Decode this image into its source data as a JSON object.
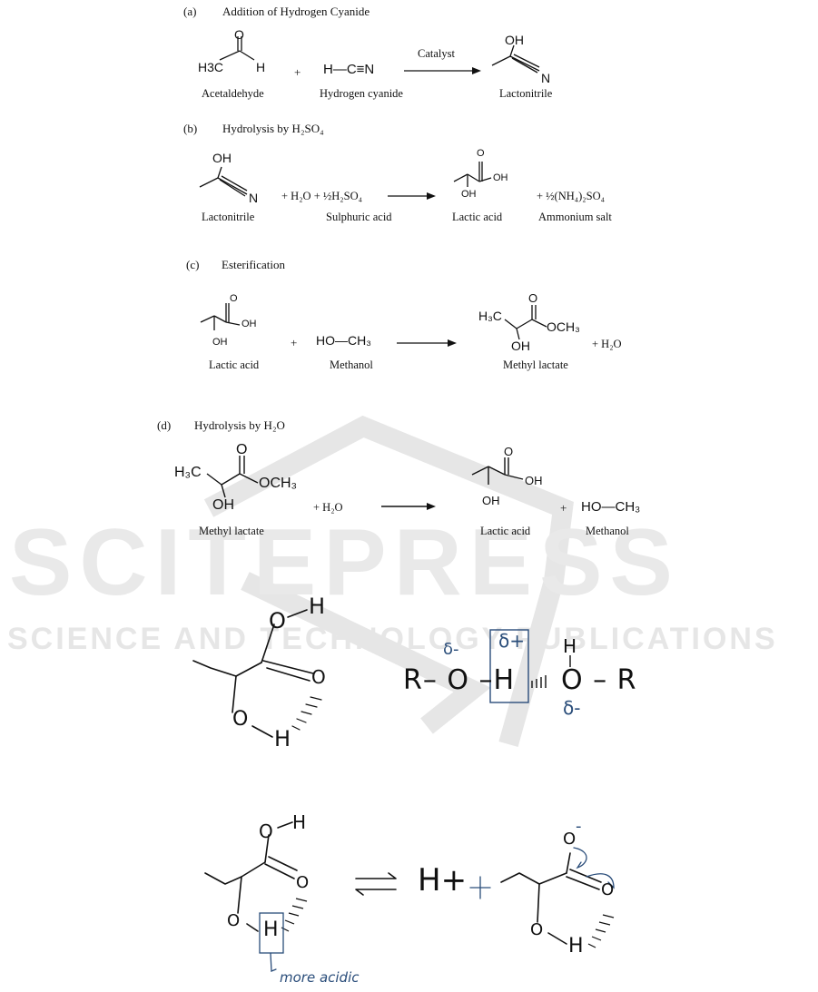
{
  "watermark": {
    "brand": "SCITEPRESS",
    "tagline": "SCIENCE AND TECHNOLOGY PUBLICATIONS"
  },
  "section_a": {
    "label": "(a)",
    "title": "Addition of Hydrogen Cyanide",
    "arrow_label": "Catalyst",
    "reactant1": "Acetaldehyde",
    "reactant2": "Hydrogen cyanide",
    "product": "Lactonitrile",
    "plus": "+",
    "mol1_o": "O",
    "mol1_h3c": "H3C",
    "mol1_h": "H",
    "mol2": "H—C≡N",
    "prod_oh": "OH",
    "prod_n": "N"
  },
  "section_b": {
    "label": "(b)",
    "title": "Hydrolysis by H₂SO₄",
    "reactant1": "Lactonitrile",
    "reactant2": "Sulphuric acid",
    "product1": "Lactic acid",
    "product2": "Ammonium salt",
    "reagents": "+ H₂O + ½H₂SO₄",
    "byproduct": "+ ½(NH₄)₂SO₄",
    "oh": "OH",
    "n": "N",
    "o": "O",
    "acid_oh": "OH",
    "alpha_oh": "OH"
  },
  "section_c": {
    "label": "(c)",
    "title": "Esterification",
    "reactant1": "Lactic acid",
    "reactant2": "Methanol",
    "product": "Methyl lactate",
    "plus": "+",
    "methanol": "HO—CH₃",
    "byproduct": "+ H₂O",
    "o": "O",
    "acid_oh": "OH",
    "alpha_oh": "OH",
    "h3c": "H₃C",
    "och3": "OCH₃"
  },
  "section_d": {
    "label": "(d)",
    "title": "Hydrolysis by H₂O",
    "reactant1": "Methyl lactate",
    "product1": "Lactic acid",
    "product2": "Methanol",
    "plus_water": "+   H₂O",
    "plus": "+",
    "methanol": "HO—CH₃",
    "h3c": "H₃C",
    "och3": "OCH₃",
    "o": "O",
    "oh": "OH",
    "acid_oh": "OH"
  },
  "handwritten": {
    "hbond_left_oh_o": "O",
    "hbond_left_oh_h": "H",
    "hbond_left_carbonyl_o": "O",
    "hbond_left_alpha_o": "O",
    "hbond_left_alpha_h": "H",
    "hbond_general": "R– O –H",
    "hbond_general_right": "O – R",
    "delta_minus": "δ-",
    "delta_plus": "δ+",
    "h_top": "H",
    "delta_minus_2": "δ-",
    "equilibrium_hplus": "H+",
    "equilibrium_plus": "+",
    "anion_o": "O",
    "anion_charge": "-",
    "note": "more acidic"
  },
  "colors": {
    "ink": "#111111",
    "blue_ink": "#2a4d7a",
    "watermark": "#e8e8e8"
  }
}
